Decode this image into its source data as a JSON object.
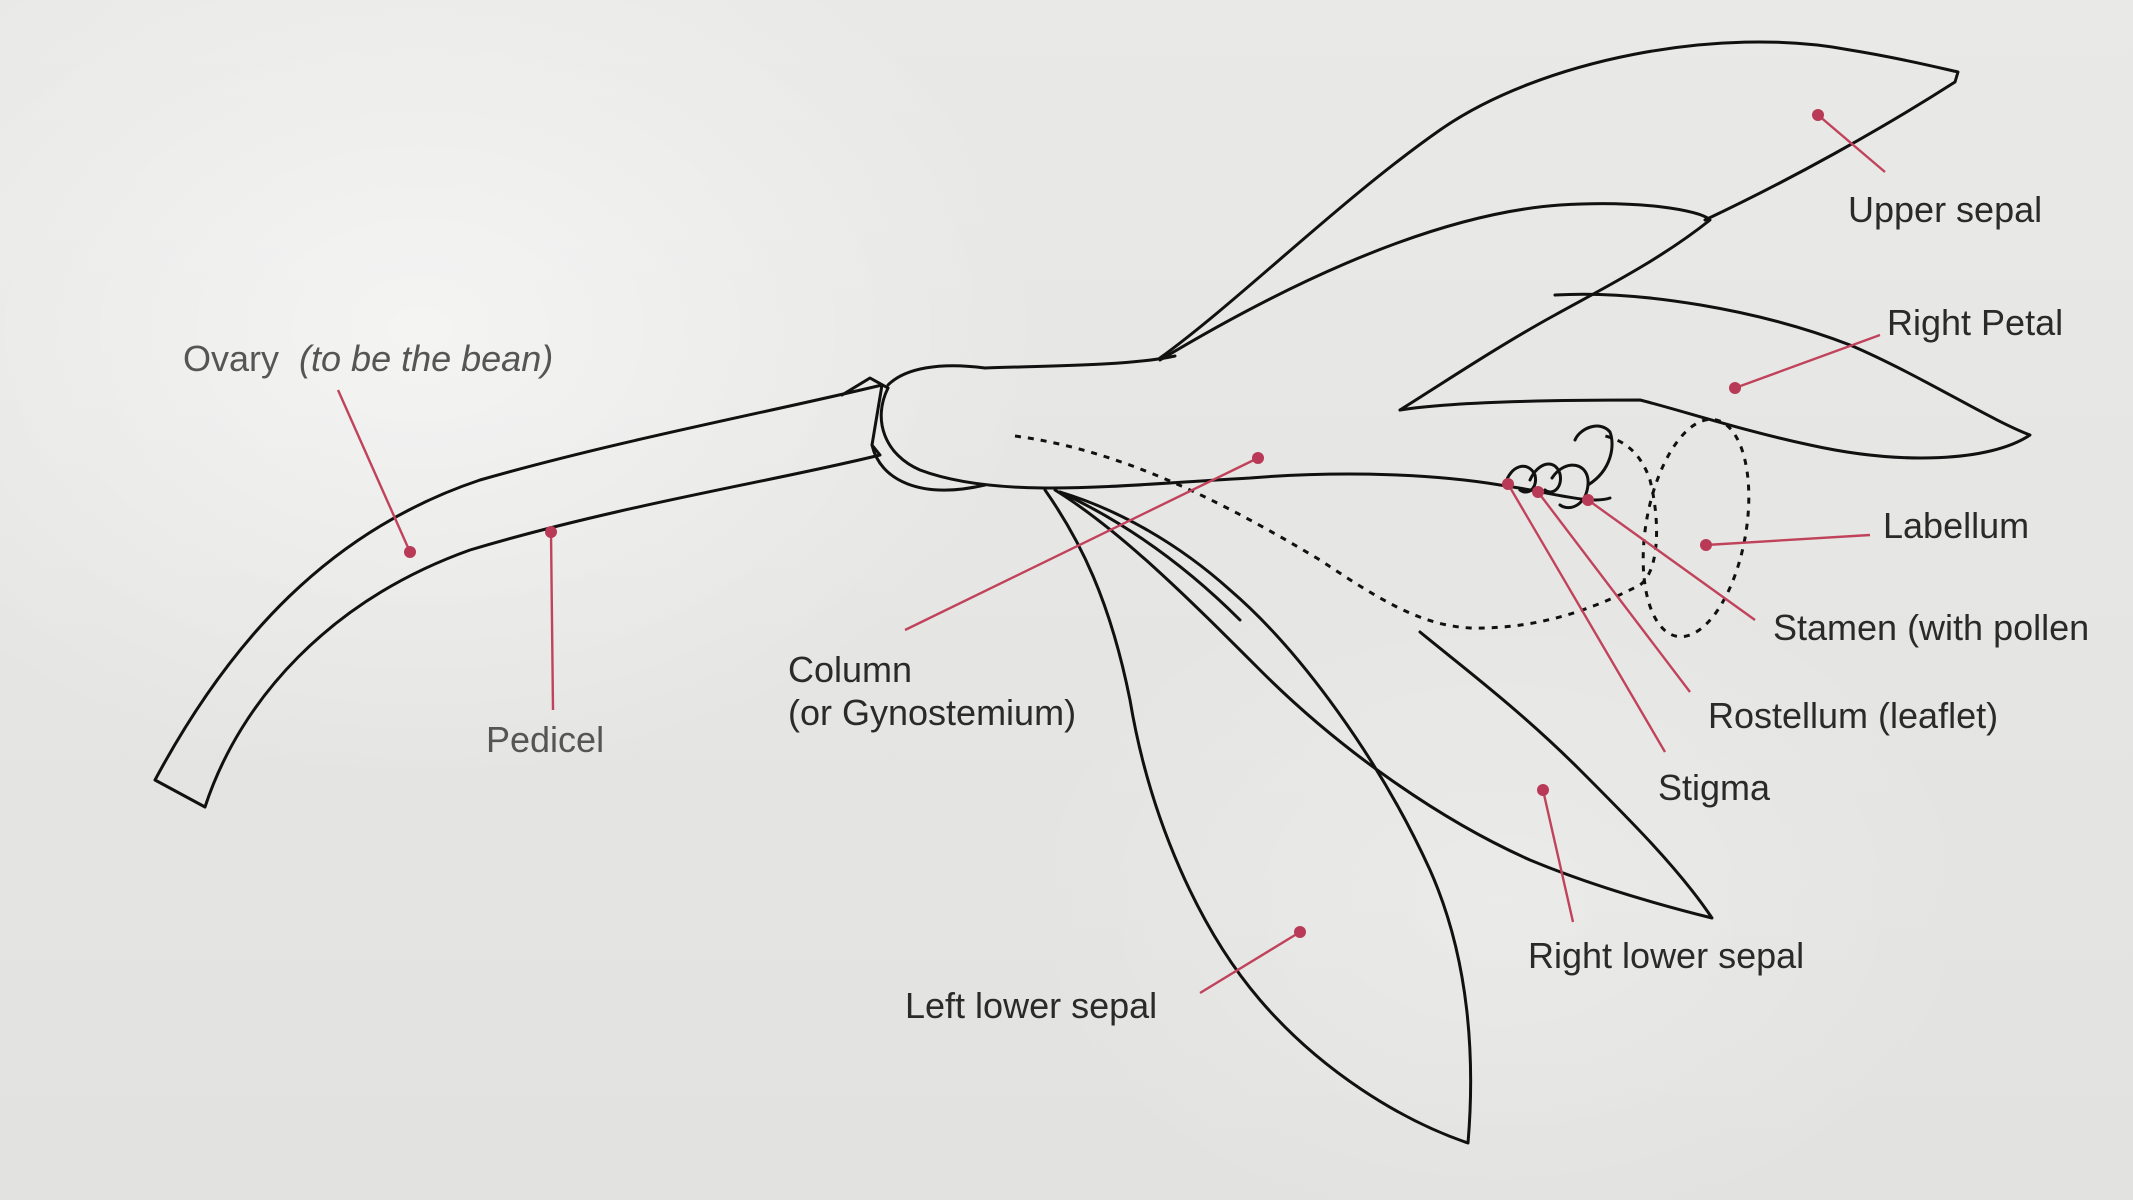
{
  "labels": {
    "ovary": "Ovary",
    "ovary_note": "(to be the bean)",
    "pedicel": "Pedicel",
    "column_line1": "Column",
    "column_line2": "(or Gynostemium)",
    "upper_sepal": "Upper sepal",
    "right_petal": "Right Petal",
    "labellum": "Labellum",
    "stamen": "Stamen (with pollen",
    "rostellum": "Rostellum (leaflet)",
    "stigma": "Stigma",
    "right_lower_sepal": "Right lower sepal",
    "left_lower_sepal": "Left lower sepal"
  },
  "colors": {
    "background": "#e6e6e4",
    "outline": "#111111",
    "leader": "#c0435b",
    "text": "#2a2a2a"
  }
}
